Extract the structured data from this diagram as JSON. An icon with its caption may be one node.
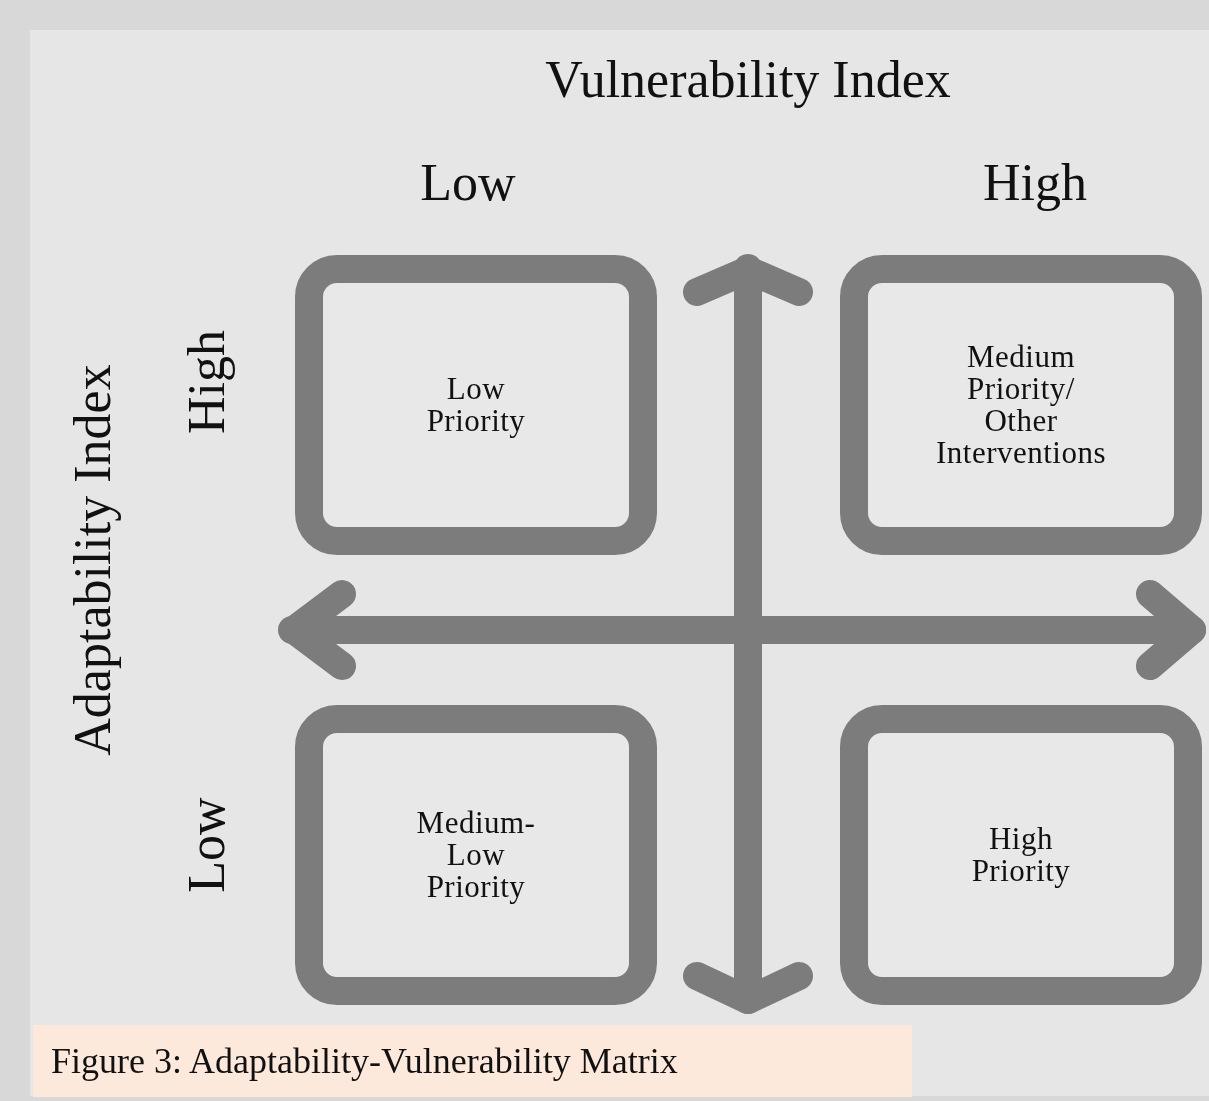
{
  "diagram": {
    "caption": "Figure 3: Adaptability-Vulnerability Matrix",
    "nodes": [
      {
        "text": [
          "Low Priority"
        ]
      },
      {
        "text": [
          "Medium Priority/ Other Interventions"
        ]
      },
      {
        "text": [
          "Medium- Low Priority"
        ]
      },
      {
        "text": [
          "High Priority"
        ]
      }
    ],
    "labels": [
      "Vulnerability Index",
      "Low",
      "High",
      "Adaptability Index",
      "High",
      "Low"
    ]
  }
}
